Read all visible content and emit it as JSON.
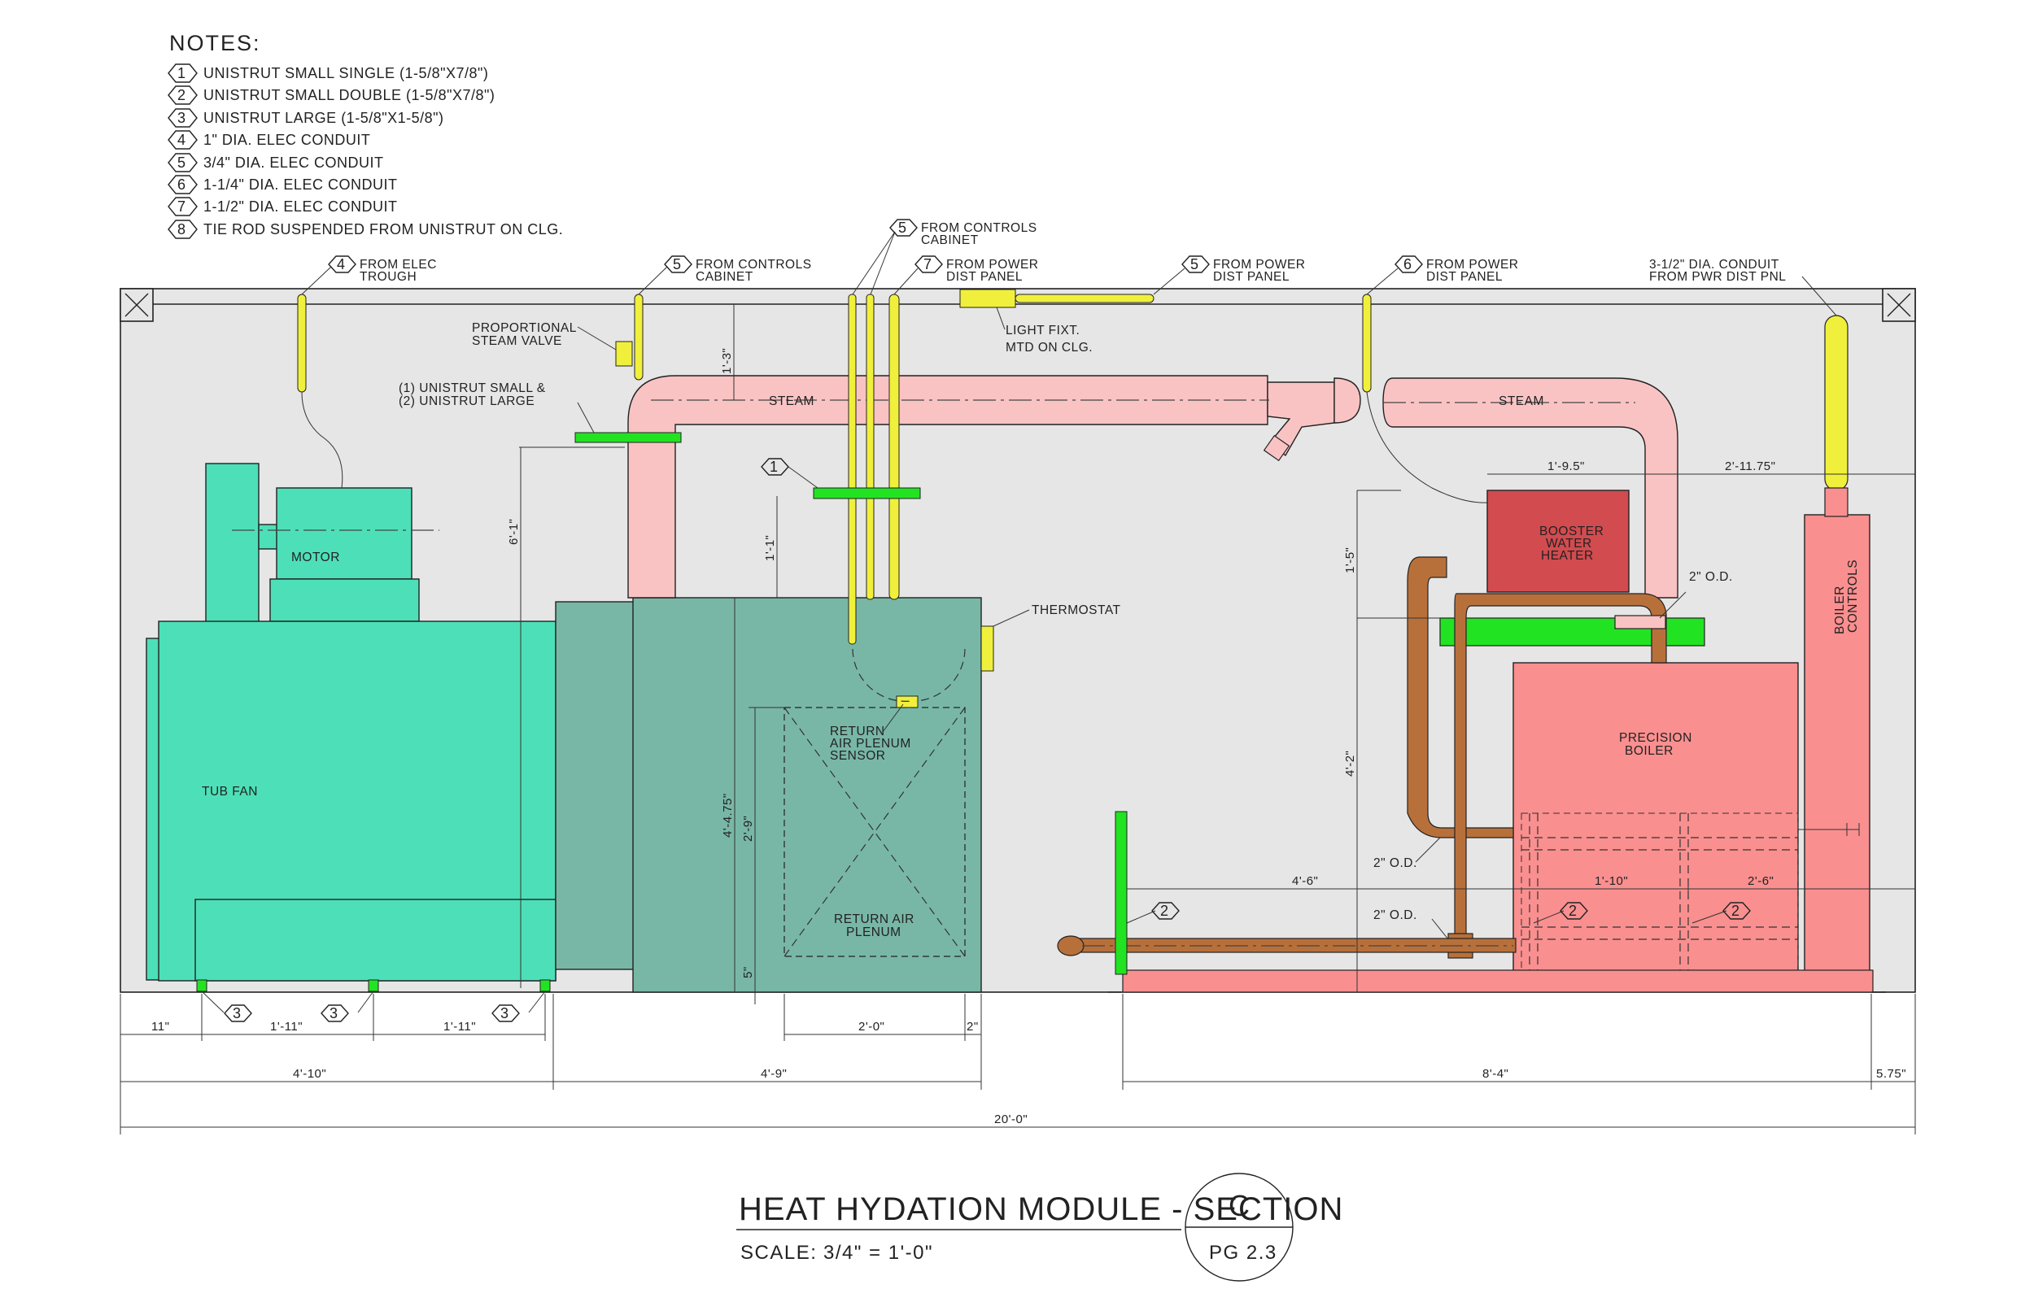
{
  "notes": {
    "heading": "NOTES:",
    "items": [
      {
        "num": "1",
        "text": "UNISTRUT SMALL SINGLE (1-5/8\"X7/8\")"
      },
      {
        "num": "2",
        "text": "UNISTRUT SMALL DOUBLE (1-5/8\"X7/8\")"
      },
      {
        "num": "3",
        "text": "UNISTRUT LARGE (1-5/8\"X1-5/8\")"
      },
      {
        "num": "4",
        "text": "1\" DIA. ELEC CONDUIT"
      },
      {
        "num": "5",
        "text": "3/4\" DIA. ELEC CONDUIT"
      },
      {
        "num": "6",
        "text": "1-1/4\" DIA. ELEC CONDUIT"
      },
      {
        "num": "7",
        "text": "1-1/2\" DIA. ELEC CONDUIT"
      },
      {
        "num": "8",
        "text": "TIE ROD SUSPENDED FROM UNISTRUT ON CLG."
      }
    ]
  },
  "callouts": {
    "elec_trough": {
      "num": "4",
      "line1": "FROM ELEC",
      "line2": "TROUGH"
    },
    "controls_cabinet_a": {
      "num": "5",
      "line1": "FROM CONTROLS",
      "line2": "CABINET"
    },
    "controls_cabinet_b": {
      "num": "5",
      "line1": "FROM CONTROLS",
      "line2": "CABINET"
    },
    "power_dist_7": {
      "num": "7",
      "line1": "FROM POWER",
      "line2": "DIST PANEL"
    },
    "power_dist_5": {
      "num": "5",
      "line1": "FROM POWER",
      "line2": "DIST PANEL"
    },
    "power_dist_6": {
      "num": "6",
      "line1": "FROM POWER",
      "line2": "DIST PANEL"
    },
    "conduit_35": {
      "line1": "3-1/2\" DIA. CONDUIT",
      "line2": "FROM PWR DIST PNL"
    },
    "light_fixt": {
      "line1": "LIGHT FIXT.",
      "line2": "MTD ON CLG."
    },
    "prop_valve": {
      "line1": "PROPORTIONAL",
      "line2": "STEAM VALVE"
    },
    "unistrut_mix": {
      "line1": "(1) UNISTRUT SMALL &",
      "line2": "(2) UNISTRUT LARGE"
    },
    "thermostat": "THERMOSTAT",
    "sensor": {
      "line1": "RETURN",
      "line2": "AIR PLENUM",
      "line3": "SENSOR"
    },
    "unistrut_1": "1",
    "unistrut_2a": "2",
    "unistrut_2b": "2",
    "unistrut_2c": "2",
    "unistrut_3a": "3",
    "unistrut_3b": "3",
    "unistrut_3c": "3",
    "od_top": "2\" O.D.",
    "od_mid": "2\" O.D.",
    "od_low": "2\" O.D."
  },
  "equipment": {
    "motor": "MOTOR",
    "tub_fan": "TUB FAN",
    "steam_left": "STEAM",
    "steam_right": "STEAM",
    "return_air_plenum": {
      "line1": "RETURN AIR",
      "line2": "PLENUM"
    },
    "booster": {
      "line1": "BOOSTER",
      "line2": "WATER",
      "line3": "HEATER"
    },
    "boiler": {
      "line1": "PRECISION",
      "line2": "BOILER"
    },
    "boiler_controls": {
      "line1": "BOILER",
      "line2": "CONTROLS"
    }
  },
  "dimensions": {
    "v_1_3": "1'-3\"",
    "v_6_1": "6'-1\"",
    "v_1_1": "1'-1\"",
    "v_4_4_75": "4'-4.75\"",
    "v_2_9": "2'-9\"",
    "v_5": "5\"",
    "v_1_5": "1'-5\"",
    "v_4_2": "4'-2\"",
    "h_1_9_5": "1'-9.5\"",
    "h_2_11_75": "2'-11.75\"",
    "h_4_6": "4'-6\"",
    "h_1_10": "1'-10\"",
    "h_2_6": "2'-6\"",
    "b_11": "11\"",
    "b_1_11_a": "1'-11\"",
    "b_1_11_b": "1'-11\"",
    "b_2_0": "2'-0\"",
    "b_2": "2\"",
    "b_4_10": "4'-10\"",
    "b_4_9": "4'-9\"",
    "b_8_4": "8'-4\"",
    "b_5_75": "5.75\"",
    "b_20_0": "20'-0\""
  },
  "title_block": {
    "title": "HEAT HYDATION MODULE - SECTION",
    "scale_label": "SCALE:",
    "scale_value": "3/4\" = 1'-0\"",
    "section_letter": "C",
    "page_ref": "PG 2.3"
  },
  "colors": {
    "floor_bg": "#e6e6e6",
    "fan_green": "#4de0b8",
    "hvac_teal": "#78b7a6",
    "steam_pink": "#fac3c3",
    "boiler_pink": "#fa8f8f",
    "booster_red": "#d24b4f",
    "conduit_yellow": "#f0f03c",
    "unistrut_green": "#22e322",
    "copper": "#b8703a"
  }
}
